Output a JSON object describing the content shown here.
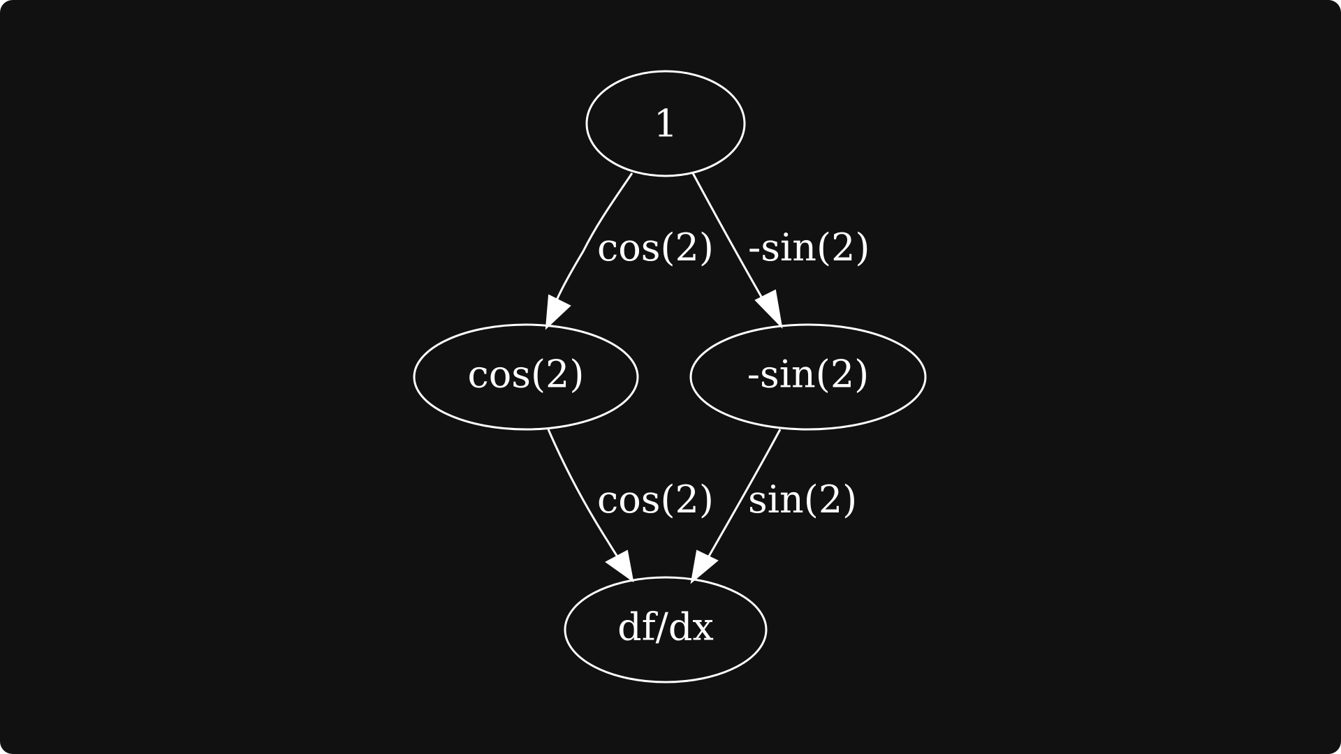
{
  "graph": {
    "nodes": {
      "root": {
        "label": "1"
      },
      "cos": {
        "label": "cos(2)"
      },
      "sin": {
        "label": "-sin(2)"
      },
      "out": {
        "label": "df/dx"
      }
    },
    "edges": {
      "root_cos": {
        "label": "cos(2)"
      },
      "root_sin": {
        "label": "-sin(2)"
      },
      "cos_out": {
        "label": "cos(2)"
      },
      "sin_out": {
        "label": "sin(2)"
      }
    }
  }
}
